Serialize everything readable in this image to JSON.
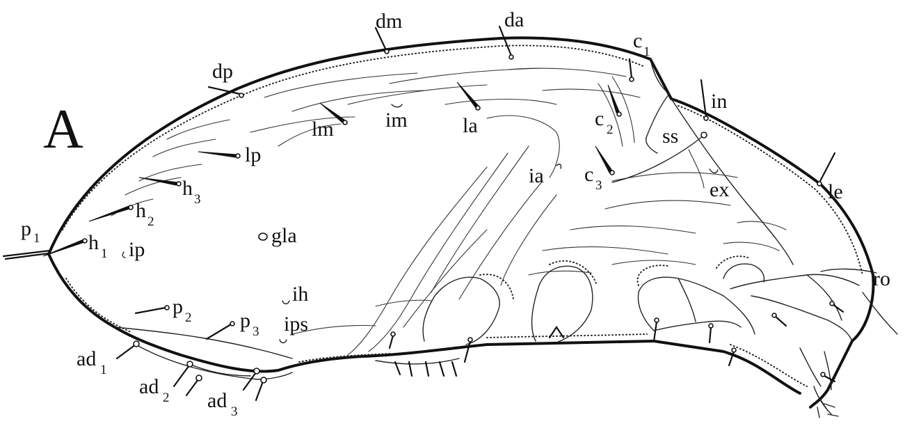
{
  "panel_label": "A",
  "labels": {
    "dm": "dm",
    "da": "da",
    "dp": "dp",
    "c1": "c",
    "c1_sub": "1",
    "in": "in",
    "lm": "lm",
    "im": "im",
    "la": "la",
    "c2": "c",
    "c2_sub": "2",
    "ss": "ss",
    "lp": "lp",
    "ia": "ia",
    "c3": "c",
    "c3_sub": "3",
    "ex": "ex",
    "le": "le",
    "h3": "h",
    "h3_sub": "3",
    "h2": "h",
    "h2_sub": "2",
    "p1": "p",
    "p1_sub": "1",
    "h1": "h",
    "h1_sub": "1",
    "ip": "ip",
    "gla": "gla",
    "ro": "ro",
    "ih": "ih",
    "p2": "p",
    "p2_sub": "2",
    "p3": "p",
    "p3_sub": "3",
    "ips": "ips",
    "ad1": "ad",
    "ad1_sub": "1",
    "ad2": "ad",
    "ad2_sub": "2",
    "ad3": "ad",
    "ad3_sub": "3"
  }
}
